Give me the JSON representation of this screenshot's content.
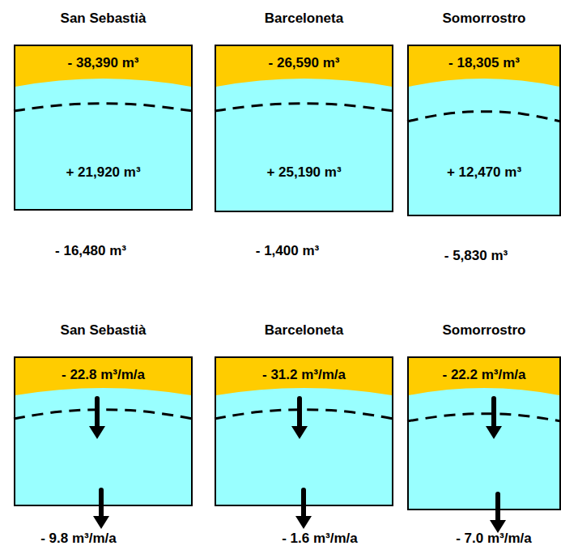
{
  "diagram": {
    "nodes": [
      {
        "text": [
          "San Sebastià",
          "+ 21,920 m³"
        ]
      },
      {
        "text": [
          "- 38,390 m³"
        ],
        "in": 0
      },
      {
        "text": [
          "Barceloneta",
          "+ 25,190 m³"
        ]
      },
      {
        "text": [
          "- 26,590 m³"
        ],
        "in": 2
      },
      {
        "text": [
          "Somorrostro",
          "+ 12,470 m³"
        ]
      },
      {
        "text": [
          "- 18,305 m³"
        ],
        "in": 4
      },
      {
        "text": [
          "San Sebastià"
        ]
      },
      {
        "text": [
          "- 22.8 m³/m/a"
        ],
        "in": 6
      },
      {
        "text": [
          "Barceloneta"
        ]
      },
      {
        "text": [
          "- 31.2 m³/m/a"
        ],
        "in": 8
      },
      {
        "text": [
          "Somorrostro"
        ]
      },
      {
        "text": [
          "- 22.2 m³/m/a"
        ],
        "in": 10
      }
    ],
    "labels": [
      "- 16,480 m³",
      "- 1,400 m³",
      "- 5,830 m³",
      "- 9.8 m³/m/a",
      "- 1.6 m³/m/a",
      "- 7.0 m³/m/a"
    ]
  }
}
